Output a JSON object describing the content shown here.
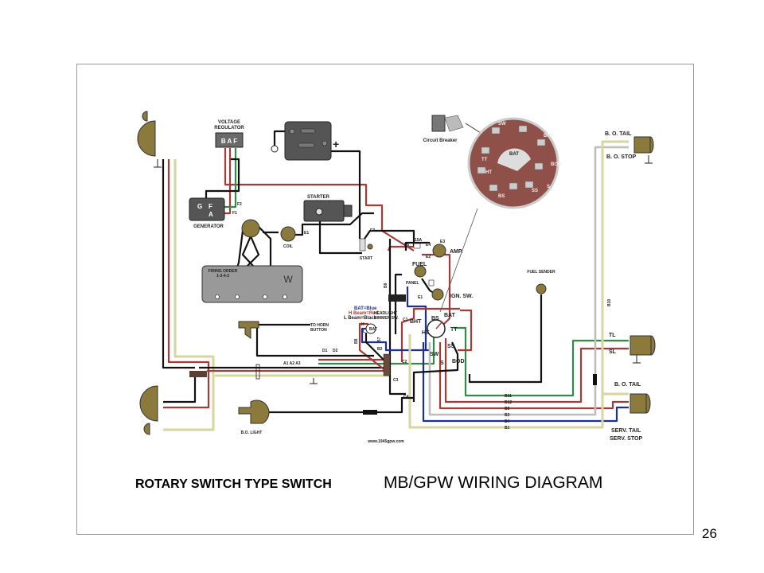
{
  "page_number": "26",
  "caption": {
    "left": "ROTARY SWITCH TYPE SWITCH",
    "right": "MB/GPW WIRING DIAGRAM"
  },
  "watermark": "www.1945gpw.com",
  "colors": {
    "black": "#111111",
    "red": "#a63a35",
    "green": "#2f8c45",
    "blue": "#1f2f8c",
    "cream": "#d6d6a0",
    "gray": "#bdbdbd",
    "component": "#8c7a3c"
  },
  "labels": {
    "voltage_regulator": [
      "VOLTAGE",
      "REGULATOR"
    ],
    "regulator_terminals": "B A F",
    "generator": "GENERATOR",
    "gen_g": "G",
    "gen_f": "F",
    "gen_a": "A",
    "f1": "F1",
    "f2": "F2",
    "battery_plus": "+",
    "starter": "STARTER",
    "coil": "COIL",
    "e1": "E1",
    "e2": "E2",
    "e3": "E3",
    "e4": "E4",
    "e6": "E6",
    "start": "START",
    "fuse_15a": "15A",
    "amp": "AMP.",
    "fuel": "FUEL",
    "panel": "PANEL",
    "ign_sw": "IGN. SW.",
    "firing_order": [
      "FIRING ORDER",
      "1-3-4-2"
    ],
    "circuit_breaker": "Circuit Breaker",
    "switch_terminals": [
      "SW",
      "BHT",
      "BAT",
      "TT",
      "BOD",
      "HT",
      "S",
      "SS",
      "BS"
    ],
    "fuel_sender": "FUEL SENDER",
    "bo_tail_top": "B. O. TAIL",
    "bo_stop": "B. O. STOP",
    "b10": "B10",
    "tl": "TL",
    "sl": "SL",
    "bo_tail_bottom": "B. O. TAIL",
    "serv_tail": "SERV. TAIL",
    "serv_stop": "SERV. STOP",
    "bat_blue": "BAT=Blue",
    "h_beam_red": "H Beam=Red",
    "l_beam_black": "L Beam=Black",
    "headlight_dimmer": [
      "HEADLIGHT",
      "DIMMER SW."
    ],
    "dimmer_h": "H",
    "dimmer_l": "L",
    "dimmer_bat": "BAT",
    "to_horn": [
      "TO HORN",
      "BUTTON"
    ],
    "d1": "D1",
    "d2": "D2",
    "a_terms": "A1 A2 A3",
    "b2": "B2",
    "b6": "B6",
    "b7": "B7",
    "b8": "B8",
    "c1": "C1",
    "c2": "C2",
    "c3": "C3",
    "c4": "C4",
    "bus": [
      "B11",
      "B12",
      "B5",
      "B3",
      "B4",
      "B1"
    ],
    "bo_light": "B.O. LIGHT",
    "sw_bht": "BHT",
    "sw_bs": "BS",
    "sw_bat": "BAT",
    "sw_tt": "TT",
    "sw_ht": "HT",
    "sw_sw": "SW",
    "sw_ss": "SS",
    "sw_s": "S",
    "sw_bod": "BOD"
  }
}
